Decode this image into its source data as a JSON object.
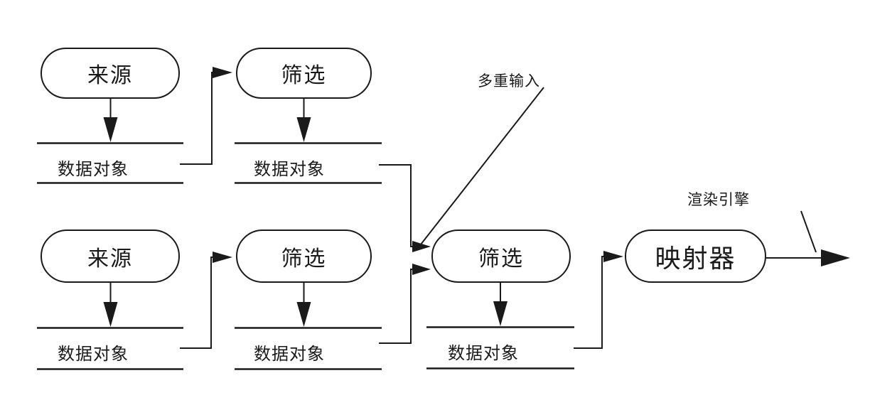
{
  "diagram": {
    "background": "#ffffff",
    "stroke_color": "#1a1a1a",
    "nodes": {
      "source_top": {
        "label": "来源"
      },
      "filter_top": {
        "label": "筛选"
      },
      "source_bottom": {
        "label": "来源"
      },
      "filter_bottom": {
        "label": "筛选"
      },
      "filter_merge": {
        "label": "筛选"
      },
      "mapper": {
        "label": "映射器"
      }
    },
    "data_objects": {
      "top_left": {
        "label": "数据对象"
      },
      "top_mid": {
        "label": "数据对象"
      },
      "bottom_left": {
        "label": "数据对象"
      },
      "bottom_mid": {
        "label": "数据对象"
      },
      "merge_out": {
        "label": "数据对象"
      }
    },
    "annotations": {
      "multi_input": {
        "label": "多重输入"
      },
      "render_engine": {
        "label": "渲染引擎"
      }
    }
  }
}
